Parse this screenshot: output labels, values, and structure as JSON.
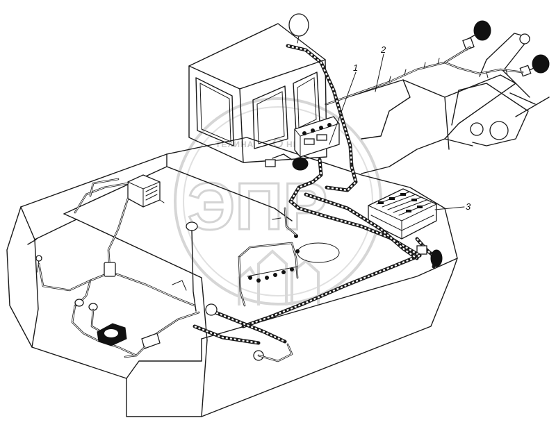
{
  "callouts": [
    {
      "id": "1",
      "label": "1"
    },
    {
      "id": "2",
      "label": "2"
    },
    {
      "id": "3",
      "label": "3"
    }
  ],
  "watermark": {
    "left_word": "ТЕХИНА",
    "right_word": "НИК",
    "big_letters": "ЭПР"
  },
  "colors": {
    "ink": "#1a1a1a",
    "watermark": "#d4d4d4",
    "background": "#ffffff"
  }
}
